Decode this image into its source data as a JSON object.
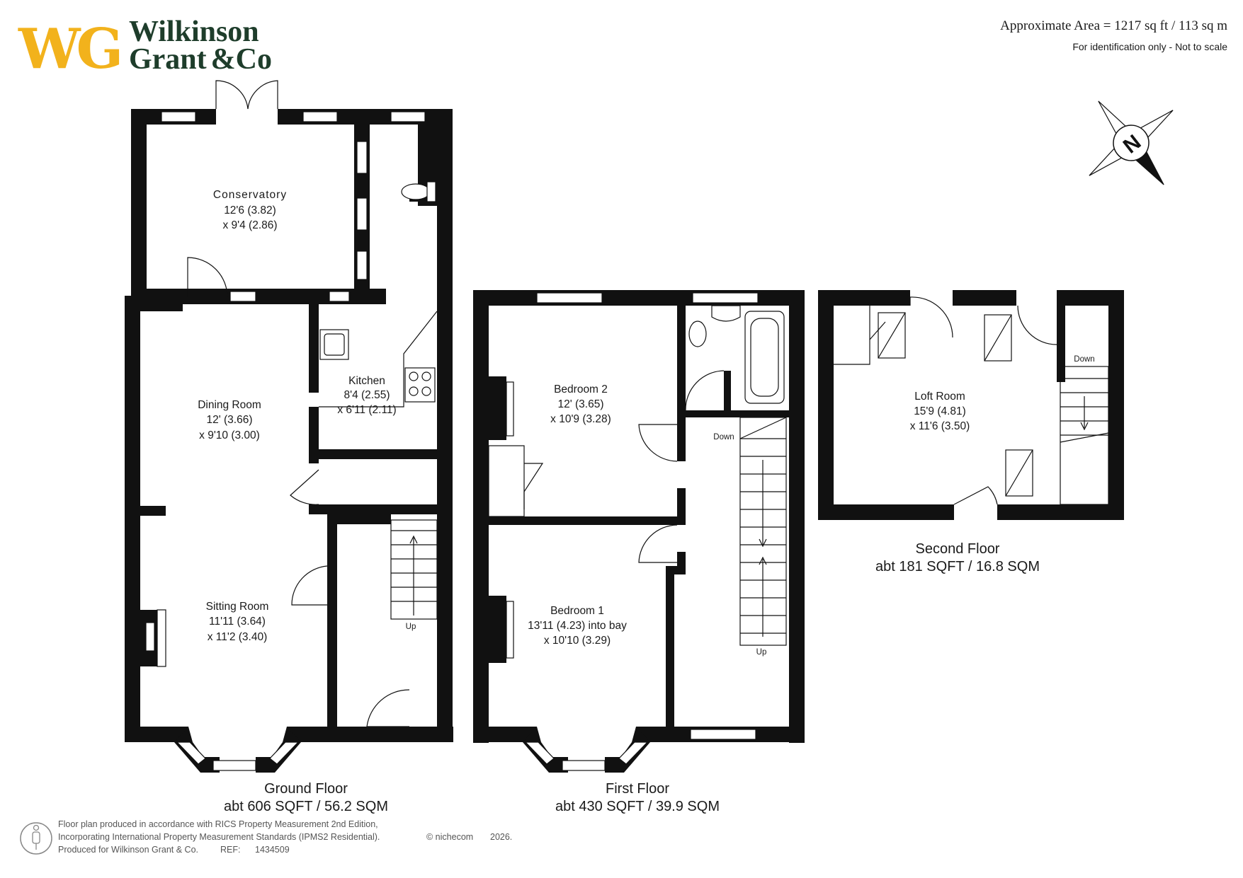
{
  "brand": {
    "logo_mark": "WG",
    "name_line1": "Wilkinson",
    "name_line2": "Grant",
    "name_line2_suffix": "&Co",
    "colors": {
      "mark": "#f2b21c",
      "name": "#1e3d2b"
    }
  },
  "header": {
    "approximate_area": "Approximate Area = 1217 sq ft / 113 sq m",
    "disclaimer": "For identification only - Not to scale"
  },
  "compass": {
    "label": "N",
    "icon": "north-arrow-icon"
  },
  "ground_floor": {
    "title": "Ground Floor",
    "area": "abt 606 SQFT / 56.2 SQM",
    "rooms": [
      {
        "name": "Conservatory",
        "dim1": "12'6 (3.82)",
        "dim2": "x 9'4 (2.86)"
      },
      {
        "name": "Kitchen",
        "dim1": "8'4 (2.55)",
        "dim2": "x 6'11 (2.11)"
      },
      {
        "name": "Dining Room",
        "dim1": "12' (3.66)",
        "dim2": "x 9'10 (3.00)"
      },
      {
        "name": "Sitting Room",
        "dim1": "11'11 (3.64)",
        "dim2": "x 11'2 (3.40)"
      }
    ],
    "stair_label": "Up"
  },
  "first_floor": {
    "title": "First Floor",
    "area": "abt 430 SQFT / 39.9 SQM",
    "rooms": [
      {
        "name": "Bedroom 2",
        "dim1": "12' (3.65)",
        "dim2": "x 10'9 (3.28)"
      },
      {
        "name": "Bedroom 1",
        "dim1": "13'11 (4.23) into bay",
        "dim2": "x 10'10 (3.29)"
      }
    ],
    "stair_down": "Down",
    "stair_up": "Up"
  },
  "second_floor": {
    "title": "Second Floor",
    "area": "abt 181 SQFT / 16.8 SQM",
    "rooms": [
      {
        "name": "Loft Room",
        "dim1": "15'9 (4.81)",
        "dim2": "x 11'6 (3.50)"
      }
    ],
    "stair_down": "Down"
  },
  "footer": {
    "line1": "Floor plan produced in accordance with RICS Property Measurement 2nd Edition,",
    "line2": "Incorporating International Property Measurement Standards (IPMS2 Residential).",
    "copyright": "© nichecom",
    "year": "2026.",
    "line3": "Produced for Wilkinson Grant & Co.",
    "ref_label": "REF:",
    "ref": "1434509",
    "icon": "person-scale-icon"
  }
}
